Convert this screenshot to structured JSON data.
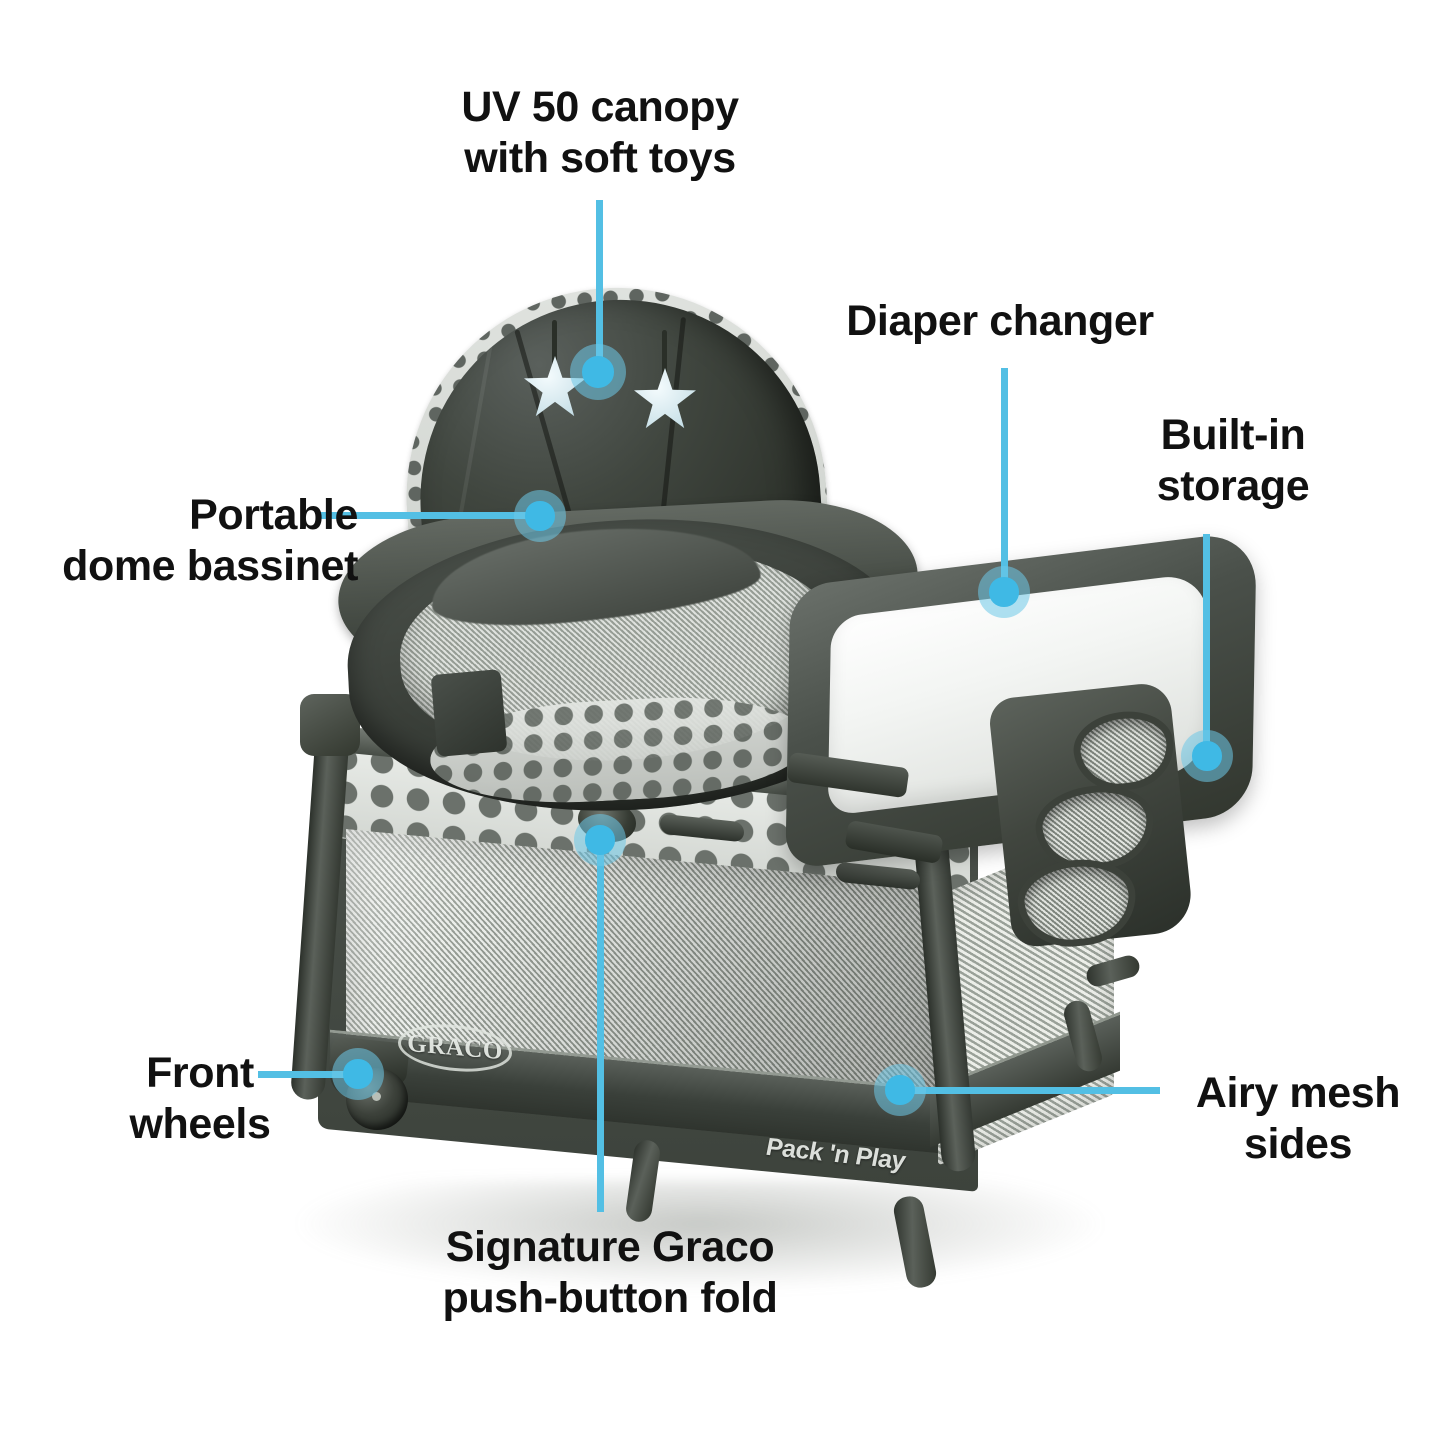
{
  "product": {
    "brand_logo": "GRACO",
    "sub_brand_logo": "Pack 'n Play",
    "description": "Graco Pack 'n Play playard with dome bassinet, diaper changer and storage"
  },
  "accent_color": "#53bfe4",
  "marker_core_color": "#3fb9e5",
  "marker_halo_color": "#6dc9e8",
  "text_color": "#111111",
  "background_color": "#ffffff",
  "callouts": [
    {
      "id": "uv-50-canopy",
      "label": "UV 50 canopy\nwith soft toys",
      "align": "center"
    },
    {
      "id": "diaper-changer",
      "label": "Diaper changer",
      "align": "center"
    },
    {
      "id": "built-in-storage",
      "label": "Built-in\nstorage",
      "align": "center"
    },
    {
      "id": "portable-dome-bassinet",
      "label": "Portable\ndome bassinet",
      "align": "center"
    },
    {
      "id": "front-wheels",
      "label": "Front\nwheels",
      "align": "center"
    },
    {
      "id": "signature-graco-push-button-fold",
      "label": "Signature Graco\npush-button fold",
      "align": "center"
    },
    {
      "id": "airy-mesh-sides",
      "label": "Airy mesh\nsides",
      "align": "center"
    }
  ]
}
